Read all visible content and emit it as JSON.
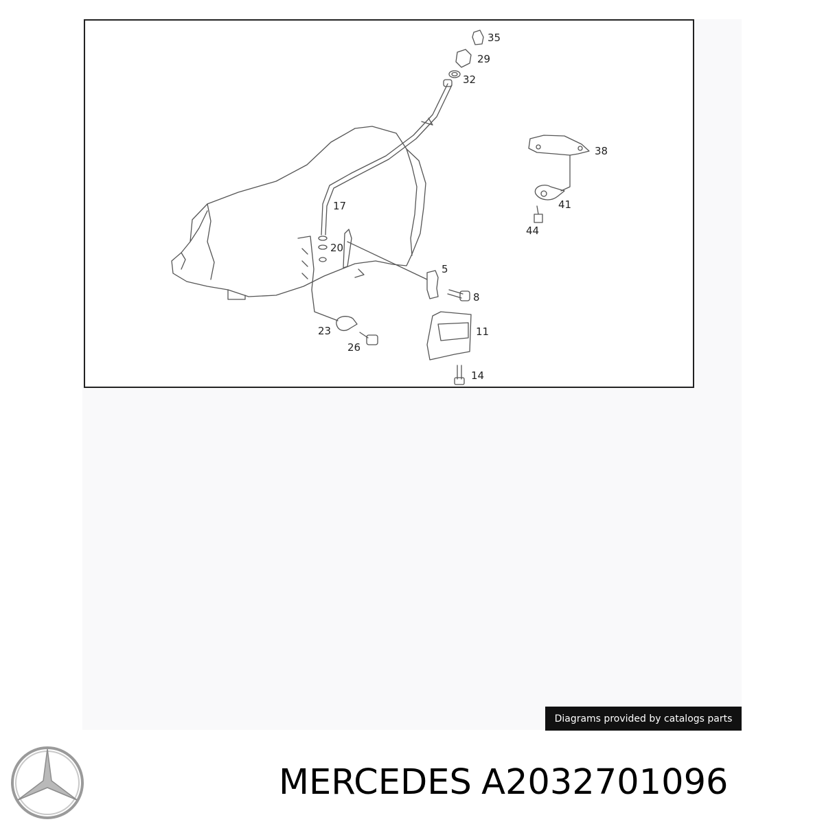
{
  "diagram": {
    "callouts": {
      "c35": "35",
      "c29": "29",
      "c32": "32",
      "c38": "38",
      "c17": "17",
      "c41": "41",
      "c44": "44",
      "c20": "20",
      "c5": "5",
      "c8": "8",
      "c11": "11",
      "c23": "23",
      "c26": "26",
      "c14": "14"
    }
  },
  "credit": {
    "text": "Diagrams provided by catalogs parts"
  },
  "product": {
    "brand": "MERCEDES",
    "part_number": "A2032701096"
  },
  "icons": {
    "logo": "mercedes-star-logo"
  }
}
